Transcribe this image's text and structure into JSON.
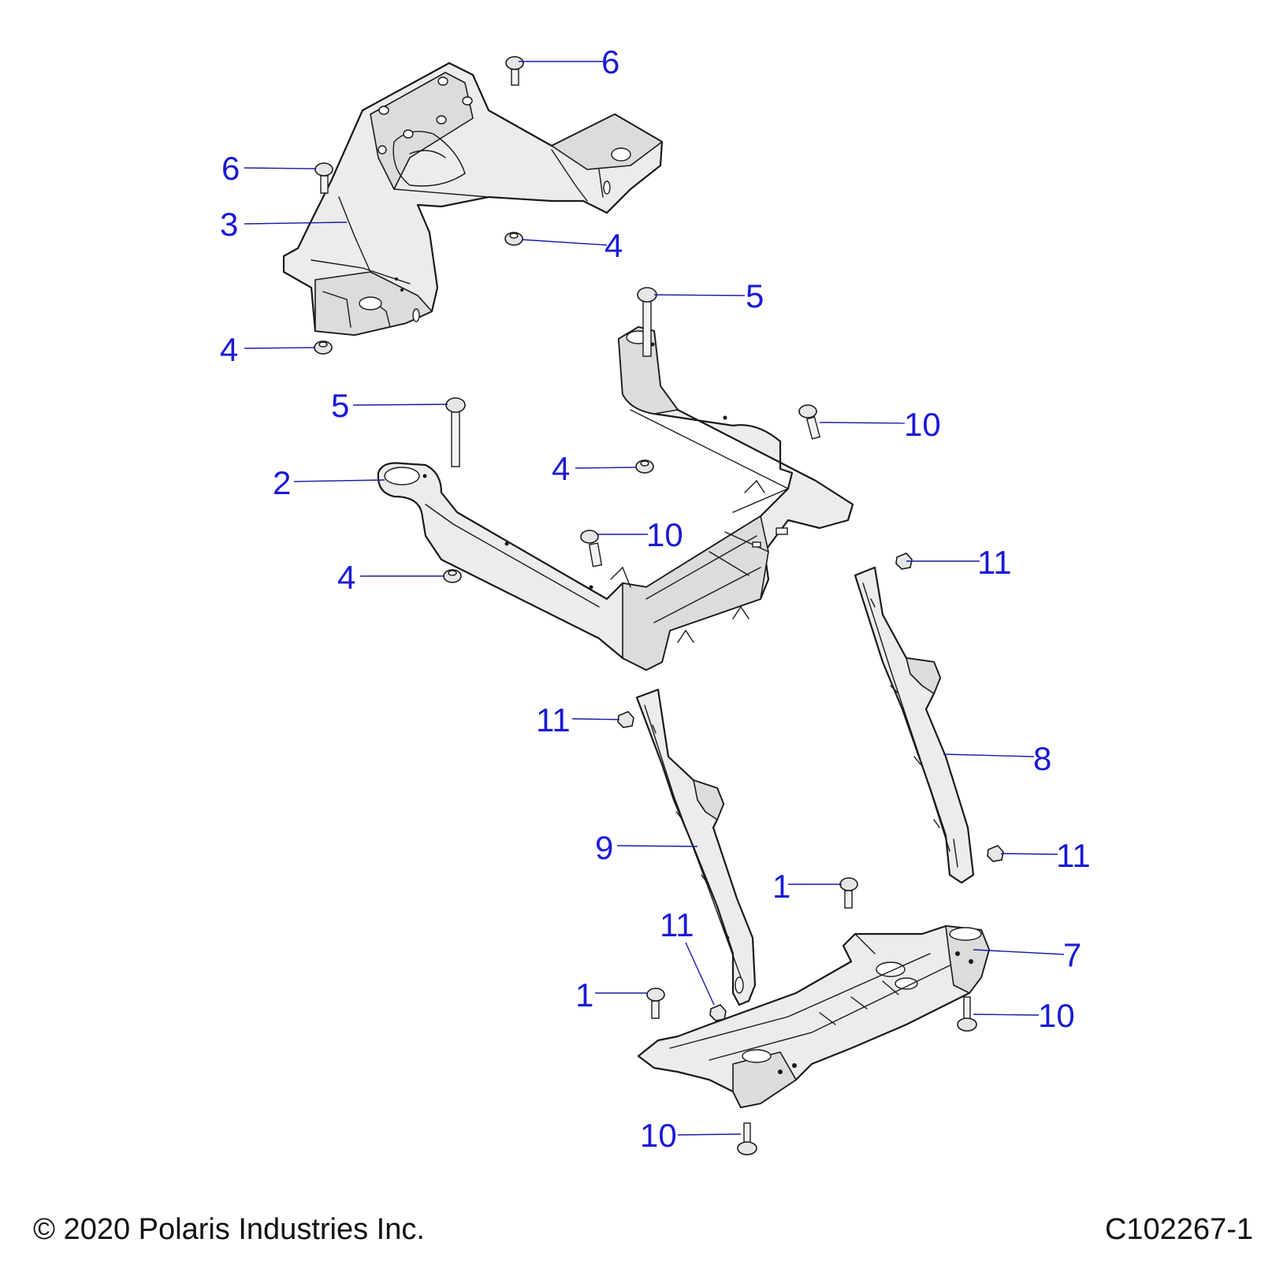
{
  "callouts": [
    {
      "label": "6"
    },
    {
      "label": "6"
    },
    {
      "label": "3"
    },
    {
      "label": "4"
    },
    {
      "label": "4"
    },
    {
      "label": "5"
    },
    {
      "label": "5"
    },
    {
      "label": "10"
    },
    {
      "label": "2"
    },
    {
      "label": "4"
    },
    {
      "label": "10"
    },
    {
      "label": "4"
    },
    {
      "label": "11"
    },
    {
      "label": "11"
    },
    {
      "label": "8"
    },
    {
      "label": "9"
    },
    {
      "label": "11"
    },
    {
      "label": "1"
    },
    {
      "label": "11"
    },
    {
      "label": "7"
    },
    {
      "label": "1"
    },
    {
      "label": "10"
    },
    {
      "label": "10"
    }
  ],
  "footer": {
    "copyright": "© 2020 Polaris Industries Inc.",
    "drawing_id": "C102267-1"
  },
  "colors": {
    "callout": "#1a1ad6",
    "leader": "#1a1aa6",
    "part_fill": "#ececec",
    "outline": "#1a1a1a"
  }
}
